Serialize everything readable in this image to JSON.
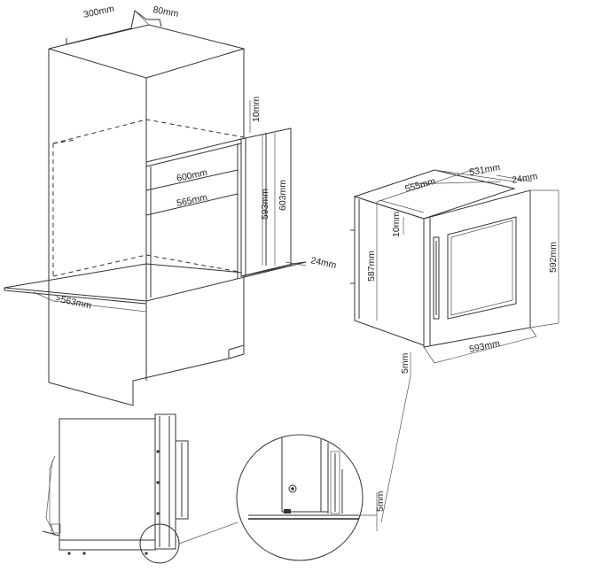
{
  "cabinet_dims": {
    "top_depth": "300mm",
    "top_gap": "80mm",
    "gap_top": "10mm",
    "niche_width": "600mm",
    "inner_width": "565mm",
    "niche_height": "593mm",
    "outer_height": "603mm",
    "front_depth": "24mm",
    "base_depth": ">563mm"
  },
  "appliance_dims": {
    "body_depth": "555mm",
    "top_depth": "531mm",
    "door_depth": "24mm",
    "top_gap": "10mm",
    "body_height": "587mm",
    "total_height": "592mm",
    "front_width": "593mm",
    "bottom_gap": "5mm"
  },
  "detail_dims": {
    "bottom_gap": "5mm"
  }
}
